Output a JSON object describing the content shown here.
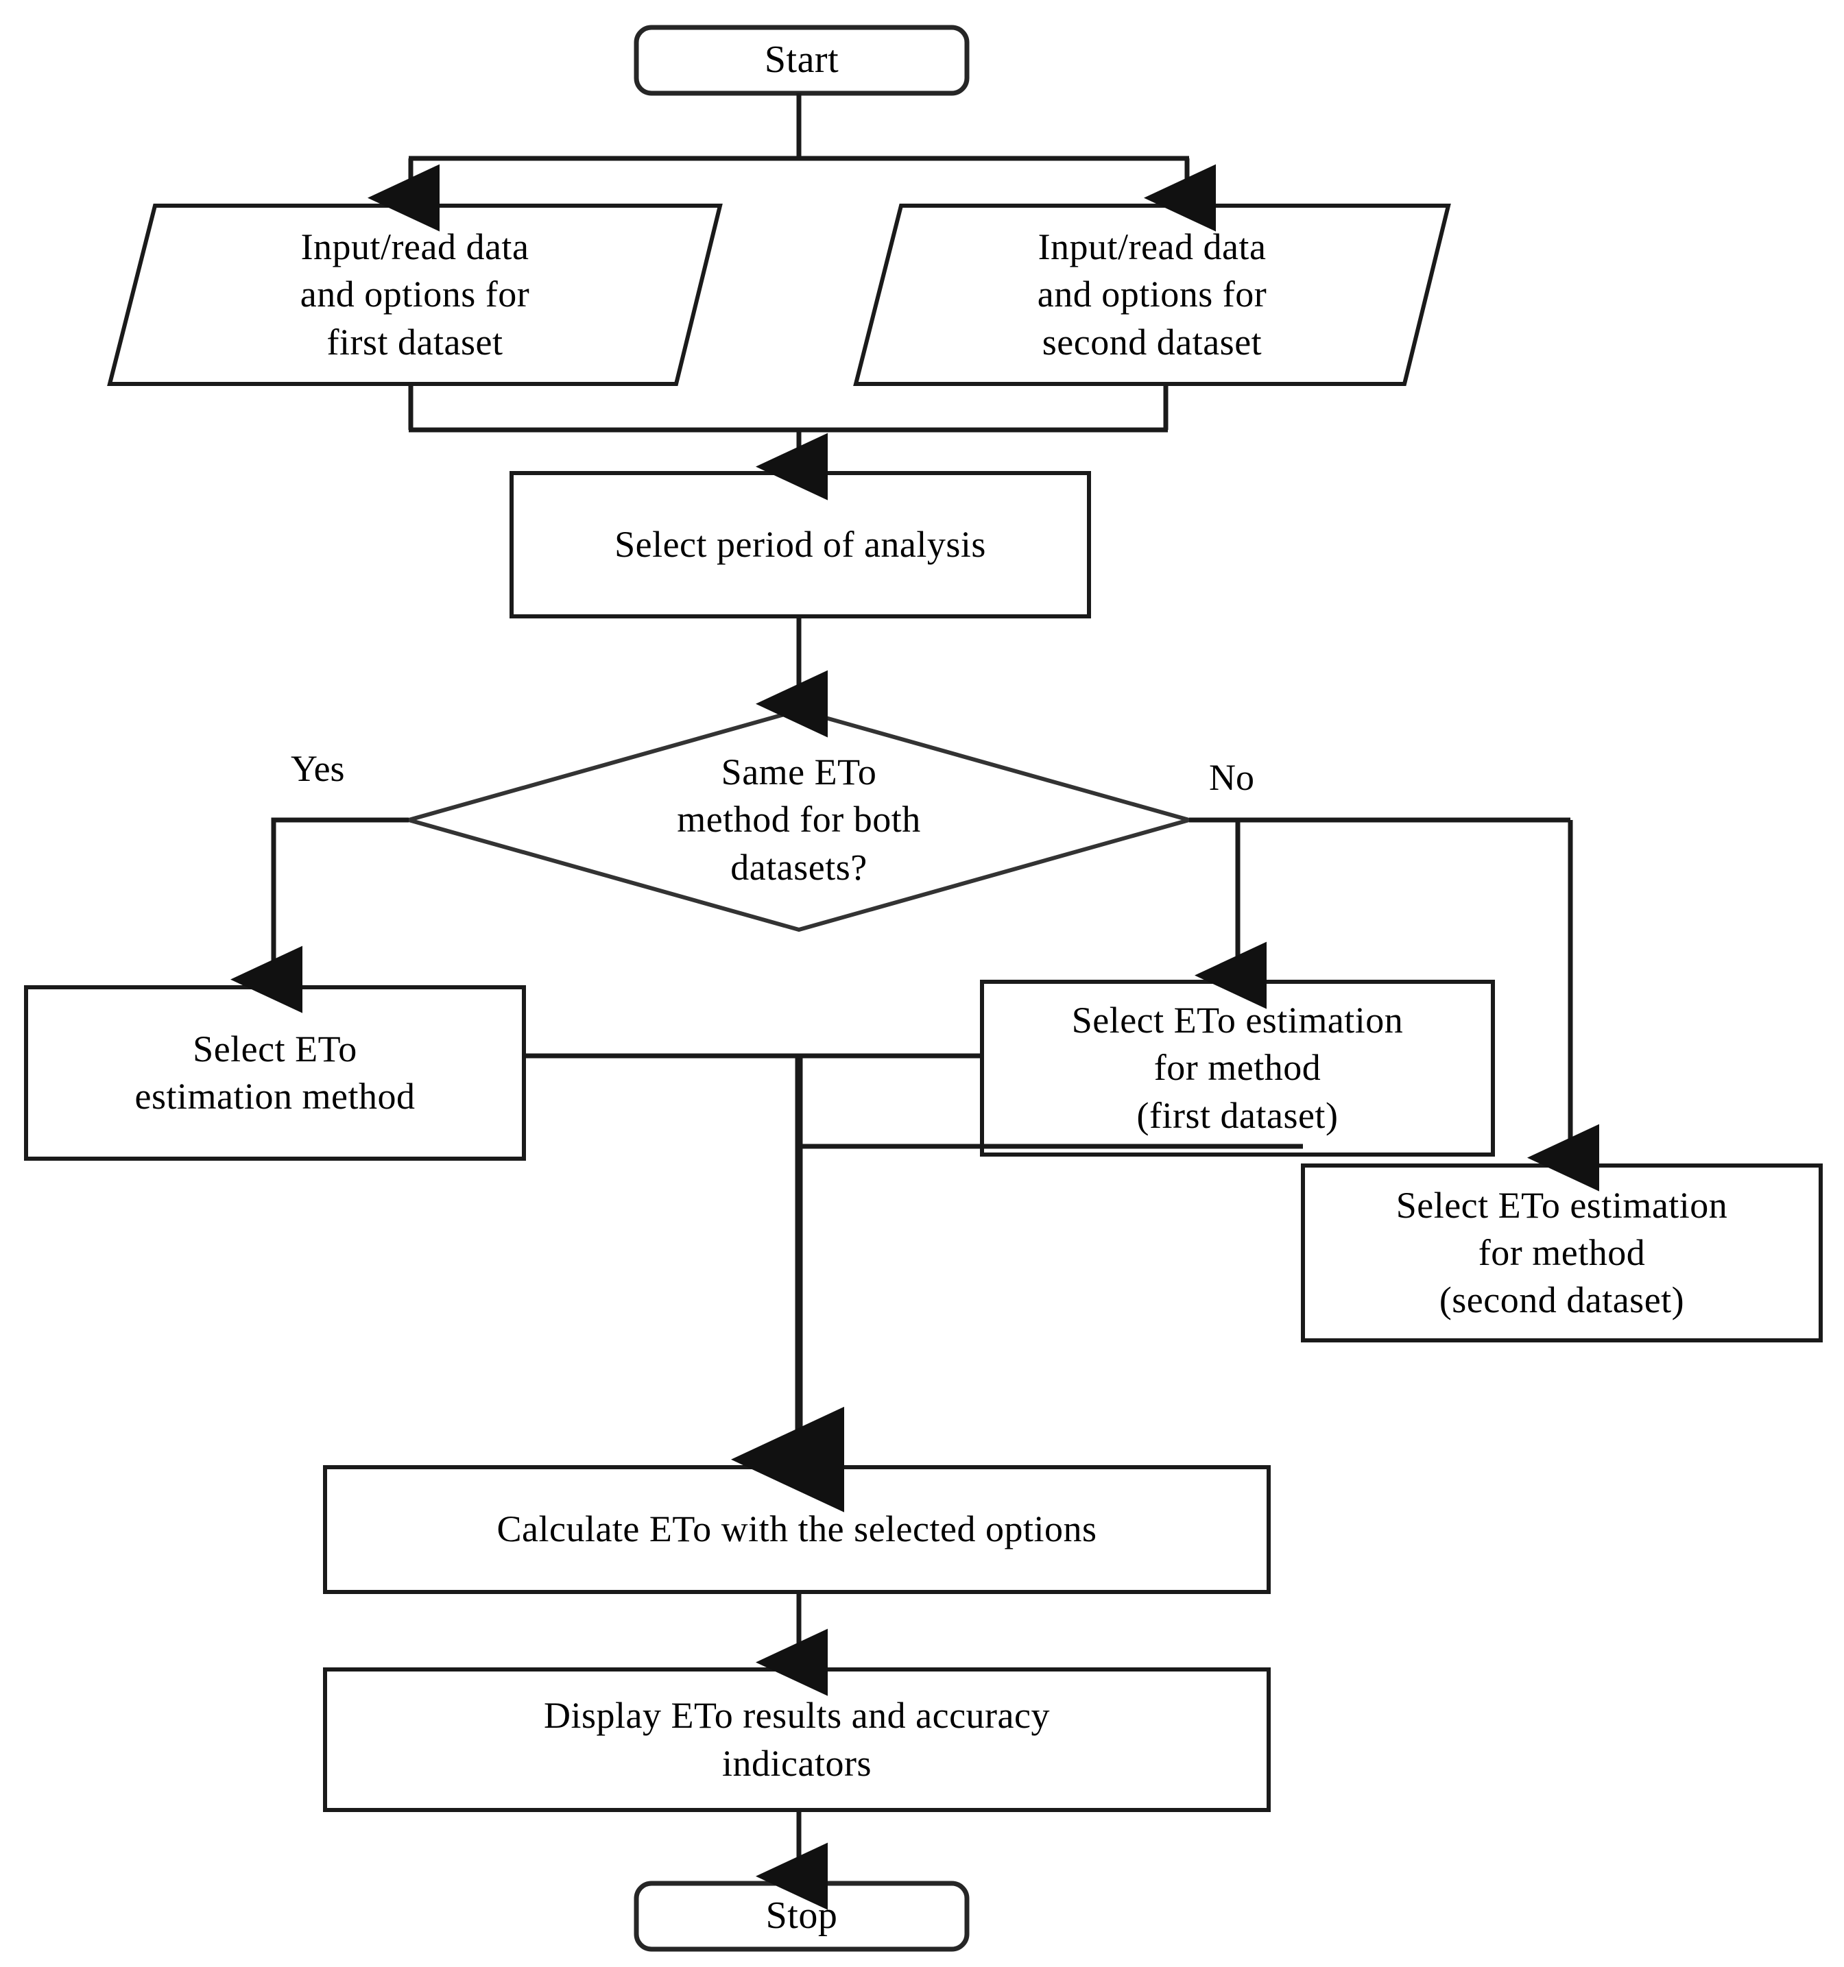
{
  "diagram": {
    "type": "flowchart",
    "title": "ETo comparison tool flowchart",
    "orientation": "top-to-bottom",
    "background_color": "#ffffff",
    "stroke_color": "#1a1a1a",
    "text_color": "#000000"
  },
  "nodes": {
    "start": {
      "label": "Start",
      "shape": "terminator"
    },
    "input_first": {
      "label": "Input/read data\nand options for\nfirst dataset",
      "shape": "parallelogram"
    },
    "input_second": {
      "label": "Input/read data\nand options for\nsecond dataset",
      "shape": "parallelogram"
    },
    "select_period": {
      "label": "Select period of analysis",
      "shape": "process"
    },
    "decision": {
      "label": "Same ETo\nmethod for both\ndatasets?",
      "shape": "decision"
    },
    "select_method_common": {
      "label": "Select ETo\nestimation method",
      "shape": "process"
    },
    "select_method_first": {
      "label": "Select ETo estimation\nfor method\n(first dataset)",
      "shape": "process"
    },
    "select_method_second": {
      "label": "Select ETo estimation\nfor method\n(second dataset)",
      "shape": "process"
    },
    "calculate": {
      "label": "Calculate ETo with the selected  options",
      "shape": "process"
    },
    "display": {
      "label": "Display ETo results  and accuracy\nindicators",
      "shape": "process"
    },
    "stop": {
      "label": "Stop",
      "shape": "terminator"
    }
  },
  "branch_labels": {
    "yes": "Yes",
    "no": "No"
  },
  "edges": [
    {
      "from": "start",
      "to": "input_first",
      "label": ""
    },
    {
      "from": "start",
      "to": "input_second",
      "label": ""
    },
    {
      "from": "input_first",
      "to": "select_period",
      "label": ""
    },
    {
      "from": "input_second",
      "to": "select_period",
      "label": ""
    },
    {
      "from": "select_period",
      "to": "decision",
      "label": ""
    },
    {
      "from": "decision",
      "to": "select_method_common",
      "label": "Yes"
    },
    {
      "from": "decision",
      "to": "select_method_first",
      "label": "No"
    },
    {
      "from": "decision",
      "to": "select_method_second",
      "label": "No"
    },
    {
      "from": "select_method_common",
      "to": "calculate",
      "label": ""
    },
    {
      "from": "select_method_first",
      "to": "calculate",
      "label": ""
    },
    {
      "from": "select_method_second",
      "to": "calculate",
      "label": ""
    },
    {
      "from": "calculate",
      "to": "display",
      "label": ""
    },
    {
      "from": "display",
      "to": "stop",
      "label": ""
    }
  ]
}
